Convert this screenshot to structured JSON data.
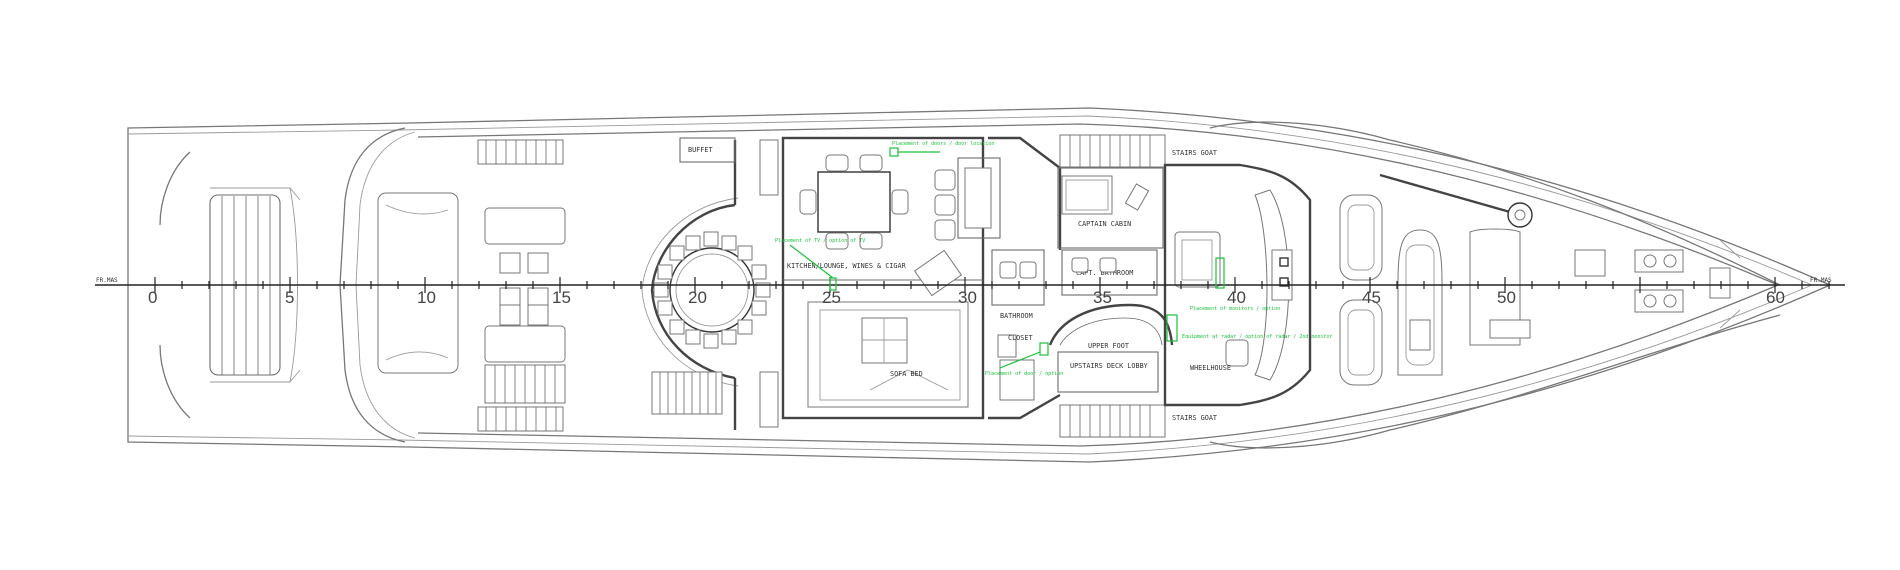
{
  "drawing": {
    "axis_start_label": "FR.MAS",
    "axis_end_label": "FR.MAS",
    "frame_numbers": [
      "0",
      "5",
      "10",
      "15",
      "20",
      "25",
      "30",
      "35",
      "40",
      "45",
      "50",
      "60"
    ]
  },
  "rooms": {
    "buffet": "BUFFET",
    "dining": "KITCHEN/LOUNGE, WINES & CIGAR",
    "captain_cabin": "CAPTAIN CABIN",
    "captain_bathroom": "CAPT. BATHROOM",
    "bathroom": "BATHROOM",
    "sofa_bed": "SOFA BED",
    "stairs_top": "STAIRS GOAT",
    "stairs_bottom": "STAIRS GOAT",
    "wheelhouse": "WHEELHOUSE",
    "upper_lobby": "UPPER FOOT",
    "sky_lobby": "UPSTAIRS DECK LOBBY",
    "store": "CLOSET"
  },
  "annotations": [
    "Placement of doors / door location",
    "Placement of TV / option of TV",
    "Placement of monitors / option",
    "Equipment at radar / option of radar / 2nd monitor",
    "Placement of door / option"
  ],
  "colors": {
    "hull": "#777777",
    "markup": "#19c13a",
    "axis": "#222222"
  }
}
